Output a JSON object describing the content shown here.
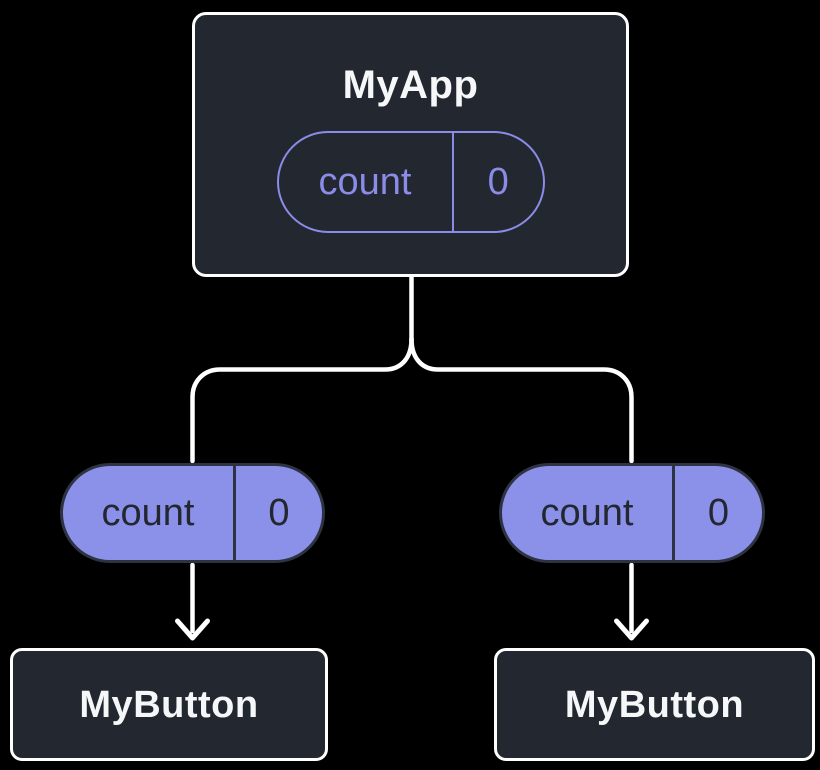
{
  "diagram": {
    "description": "component-tree-state-diagram",
    "root": {
      "label": "MyApp",
      "state_pill": {
        "name": "count",
        "value": "0"
      }
    },
    "left_branch": {
      "pill": {
        "name": "count",
        "value": "0"
      },
      "node": {
        "label": "MyButton"
      }
    },
    "right_branch": {
      "pill": {
        "name": "count",
        "value": "0"
      },
      "node": {
        "label": "MyButton"
      }
    },
    "colors": {
      "bg": "#000000",
      "node_bg": "#23272f",
      "node_border": "#ffffff",
      "purple": "#8a8ce8",
      "pill_fill": "#8b90e9",
      "pill_dark_text": "#23272f",
      "pill_dark_border": "#2d3340",
      "connector": "#ffffff"
    }
  }
}
